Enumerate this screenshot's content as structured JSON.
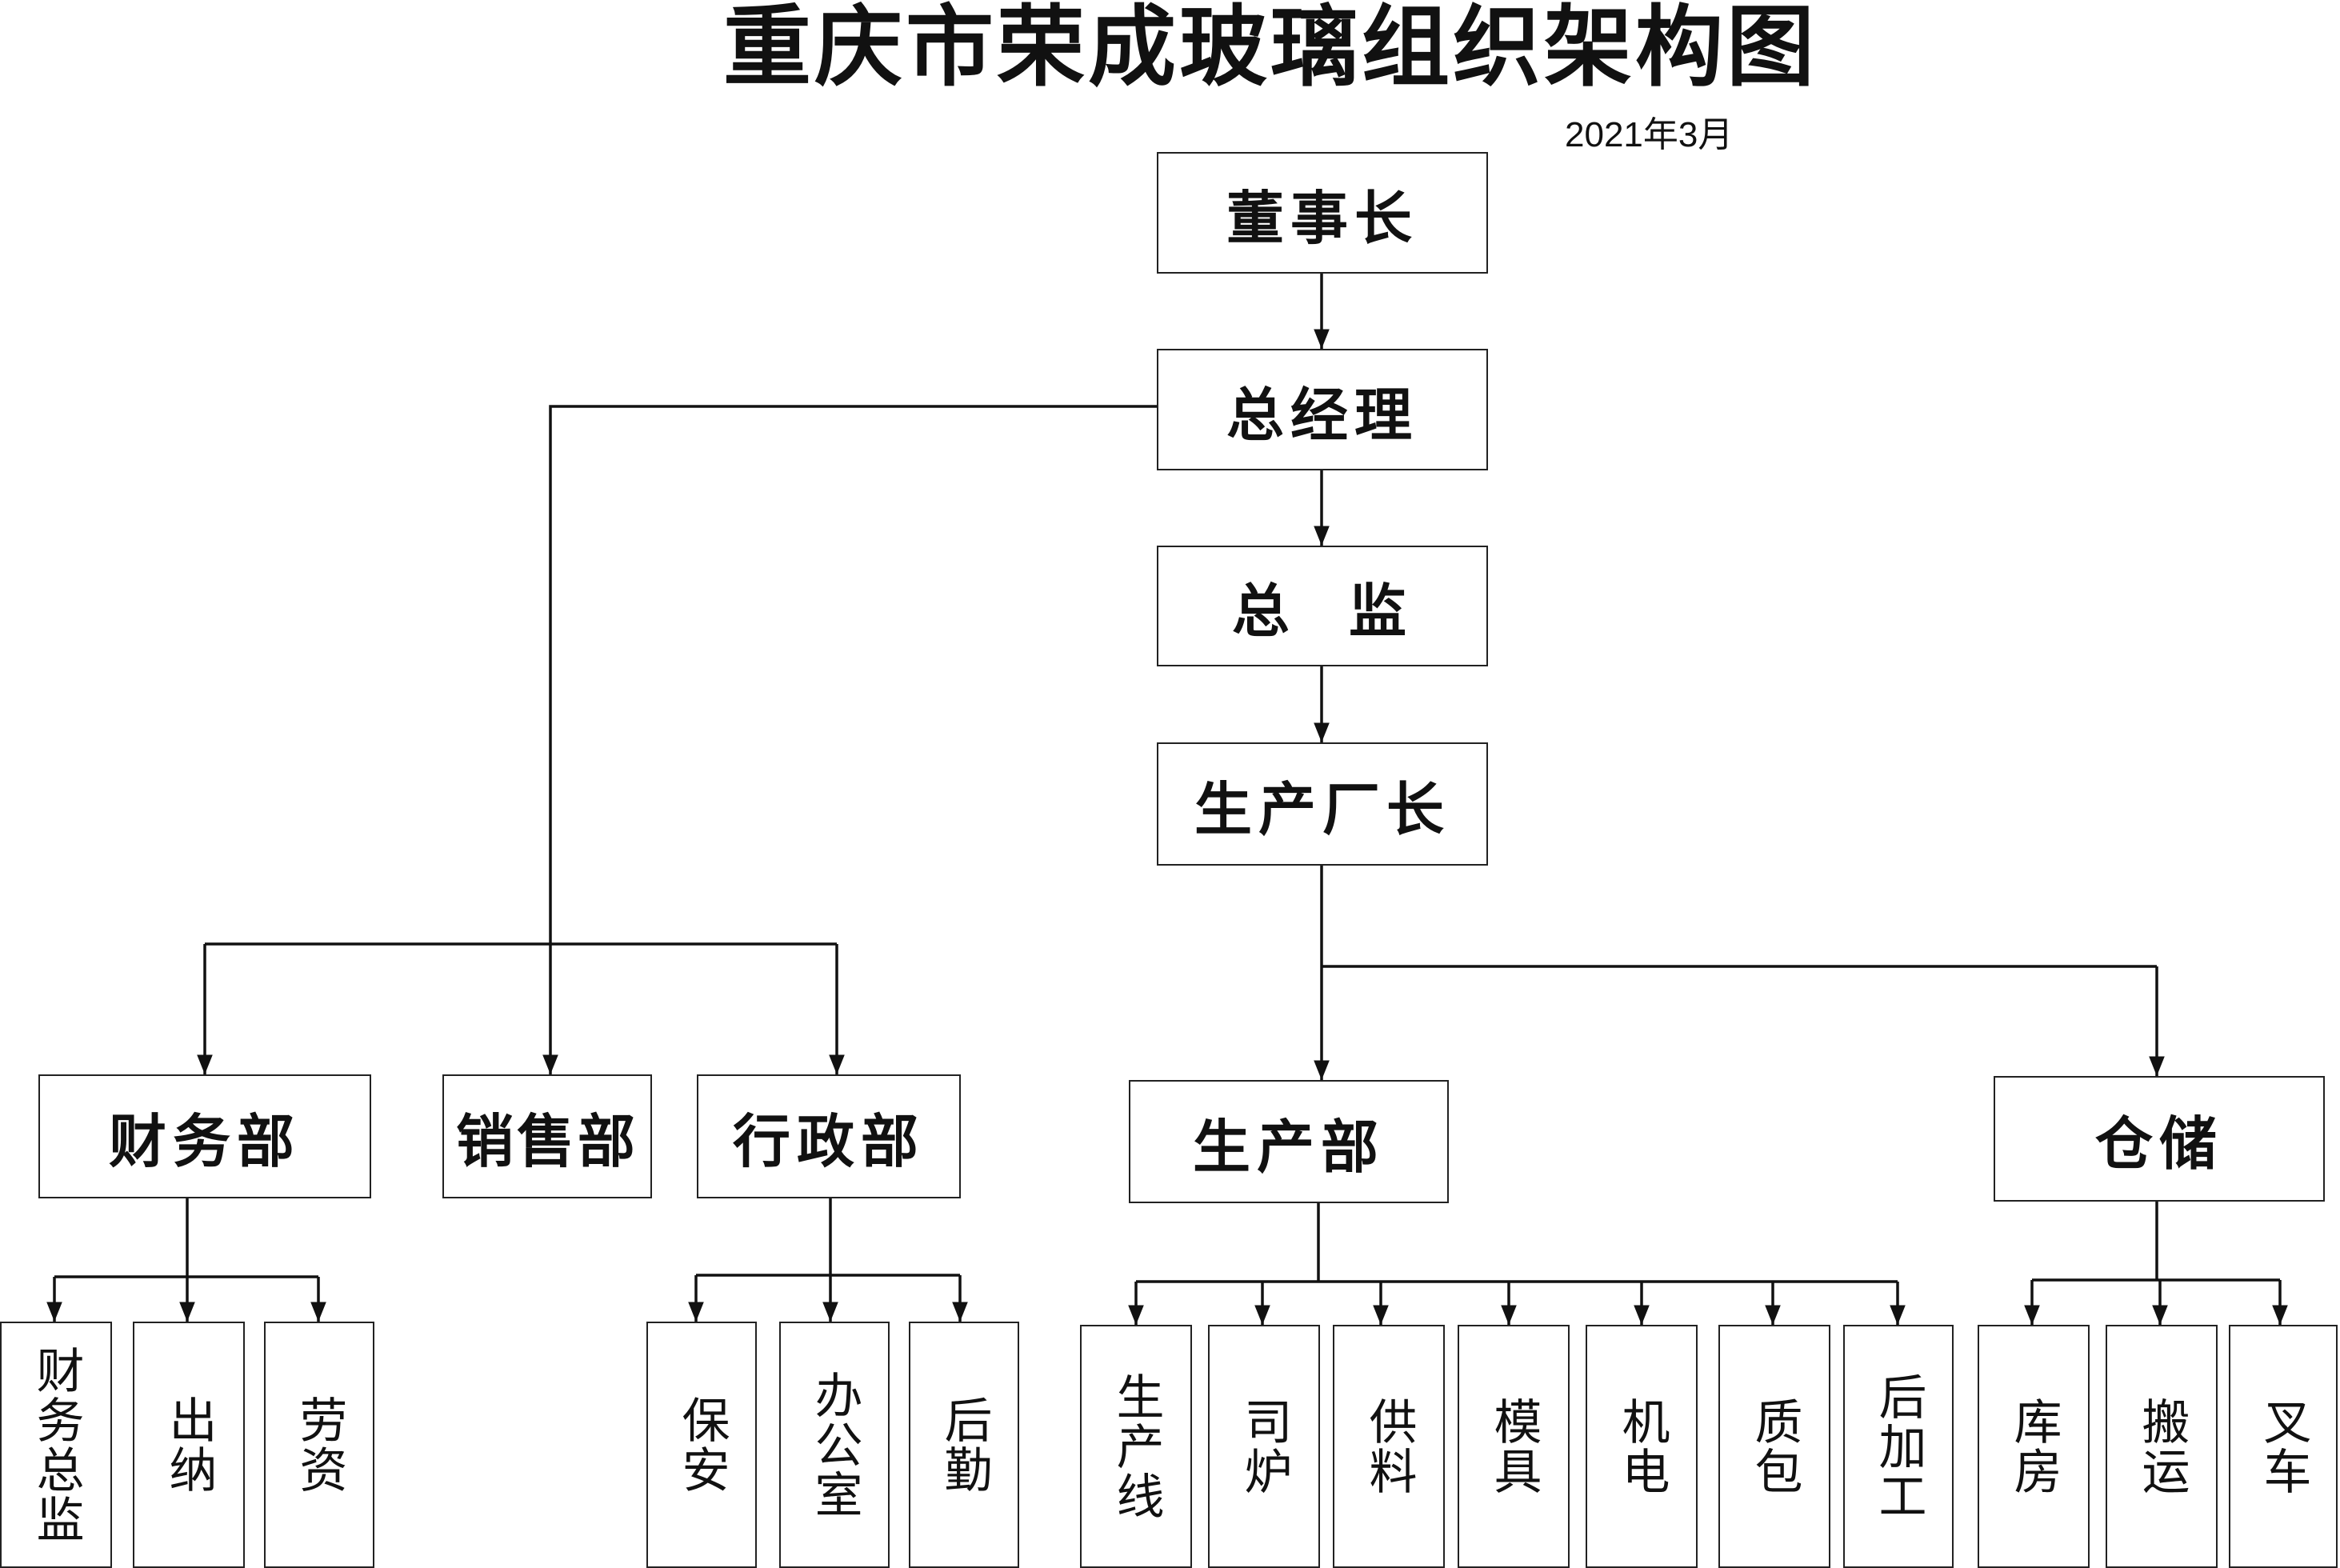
{
  "title": "重庆市荣成玻璃组织架构图",
  "date": "2021年3月",
  "nodes": {
    "chairman": "董事长",
    "general_manager": "总经理",
    "director": "总  监",
    "plant_manager": "生产厂长",
    "finance_dept": "财务部",
    "sales_dept": "销售部",
    "admin_dept": "行政部",
    "production_dept": "生产部",
    "warehouse": "仓储",
    "finance_director": "财务总监",
    "cashier": "出纳",
    "labor_pay": "劳资",
    "security": "保安",
    "office": "办公室",
    "logistics": "后勤",
    "production_line": "生产线",
    "stoker": "司炉",
    "material_supply": "供料",
    "mold": "模具",
    "electromechanical": "机电",
    "quality_packing": "质包",
    "post_processing": "后加工",
    "storeroom": "库房",
    "handling": "搬运",
    "forklift": "叉车"
  }
}
